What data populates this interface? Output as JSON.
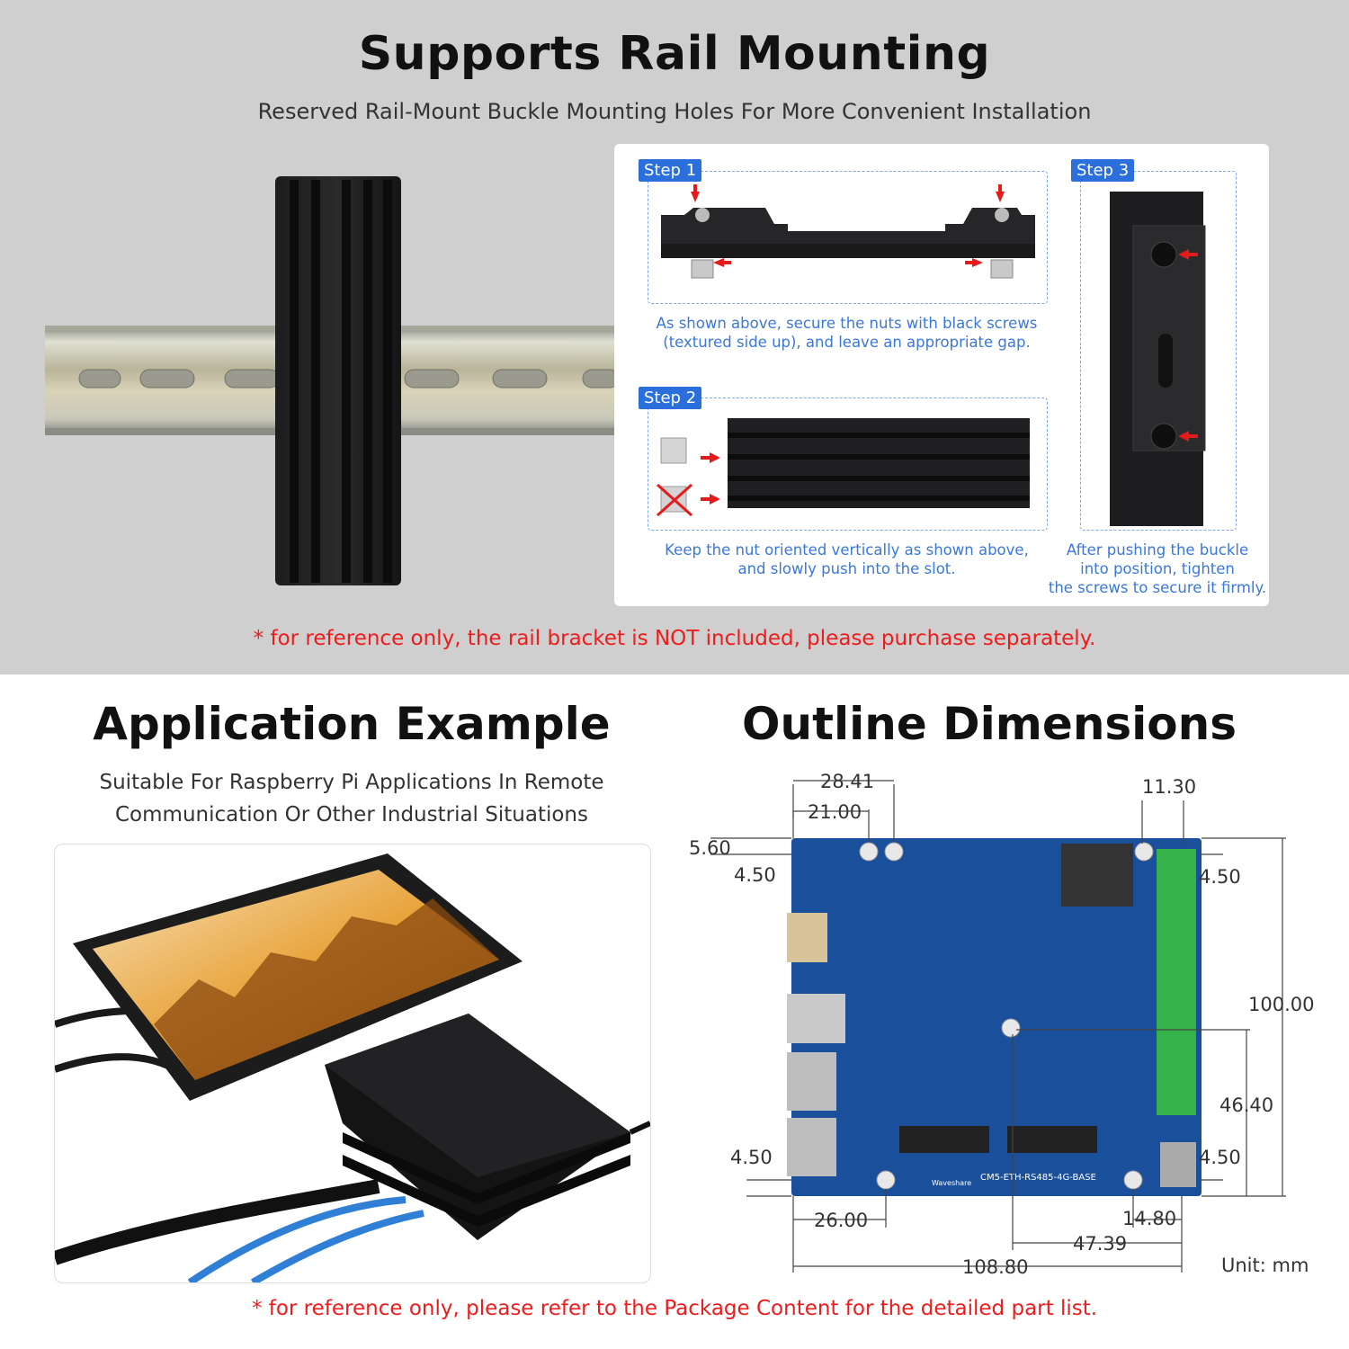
{
  "top": {
    "title": "Supports Rail Mounting",
    "subtitle": "Reserved Rail-Mount Buckle Mounting Holes For More Convenient Installation",
    "note": "* for reference only, the rail bracket is NOT included, please purchase separately."
  },
  "steps": [
    {
      "tag": "Step 1",
      "caption_line1": "As shown above, secure the nuts with black screws",
      "caption_line2": "(textured side up), and leave an appropriate gap."
    },
    {
      "tag": "Step 2",
      "caption_line1": "Keep the nut oriented vertically as shown above,",
      "caption_line2": "and slowly push into the slot."
    },
    {
      "tag": "Step 3",
      "caption_line1": "After pushing the buckle",
      "caption_line2": "into position, tighten",
      "caption_line3": "the screws to secure it firmly."
    }
  ],
  "application": {
    "title": "Application Example",
    "line1": "Suitable For Raspberry Pi Applications In Remote",
    "line2": "Communication Or Other Industrial Situations"
  },
  "outline": {
    "title": "Outline Dimensions",
    "unit": "Unit: mm",
    "dims": {
      "d1": "28.41",
      "d2": "21.00",
      "d3": "5.60",
      "d4": "4.50",
      "d5": "11.30",
      "d6": "4.50",
      "d7": "100.00",
      "d8": "46.40",
      "d9": "4.50",
      "d10": "4.50",
      "d11": "26.00",
      "d12": "14.80",
      "d13": "47.39",
      "d14": "108.80"
    },
    "board_label": "CM5-ETH-RS485-4G-BASE",
    "board_brand": "Waveshare"
  },
  "bottom_note": "* for reference only, please refer to the Package Content for the detailed part list."
}
